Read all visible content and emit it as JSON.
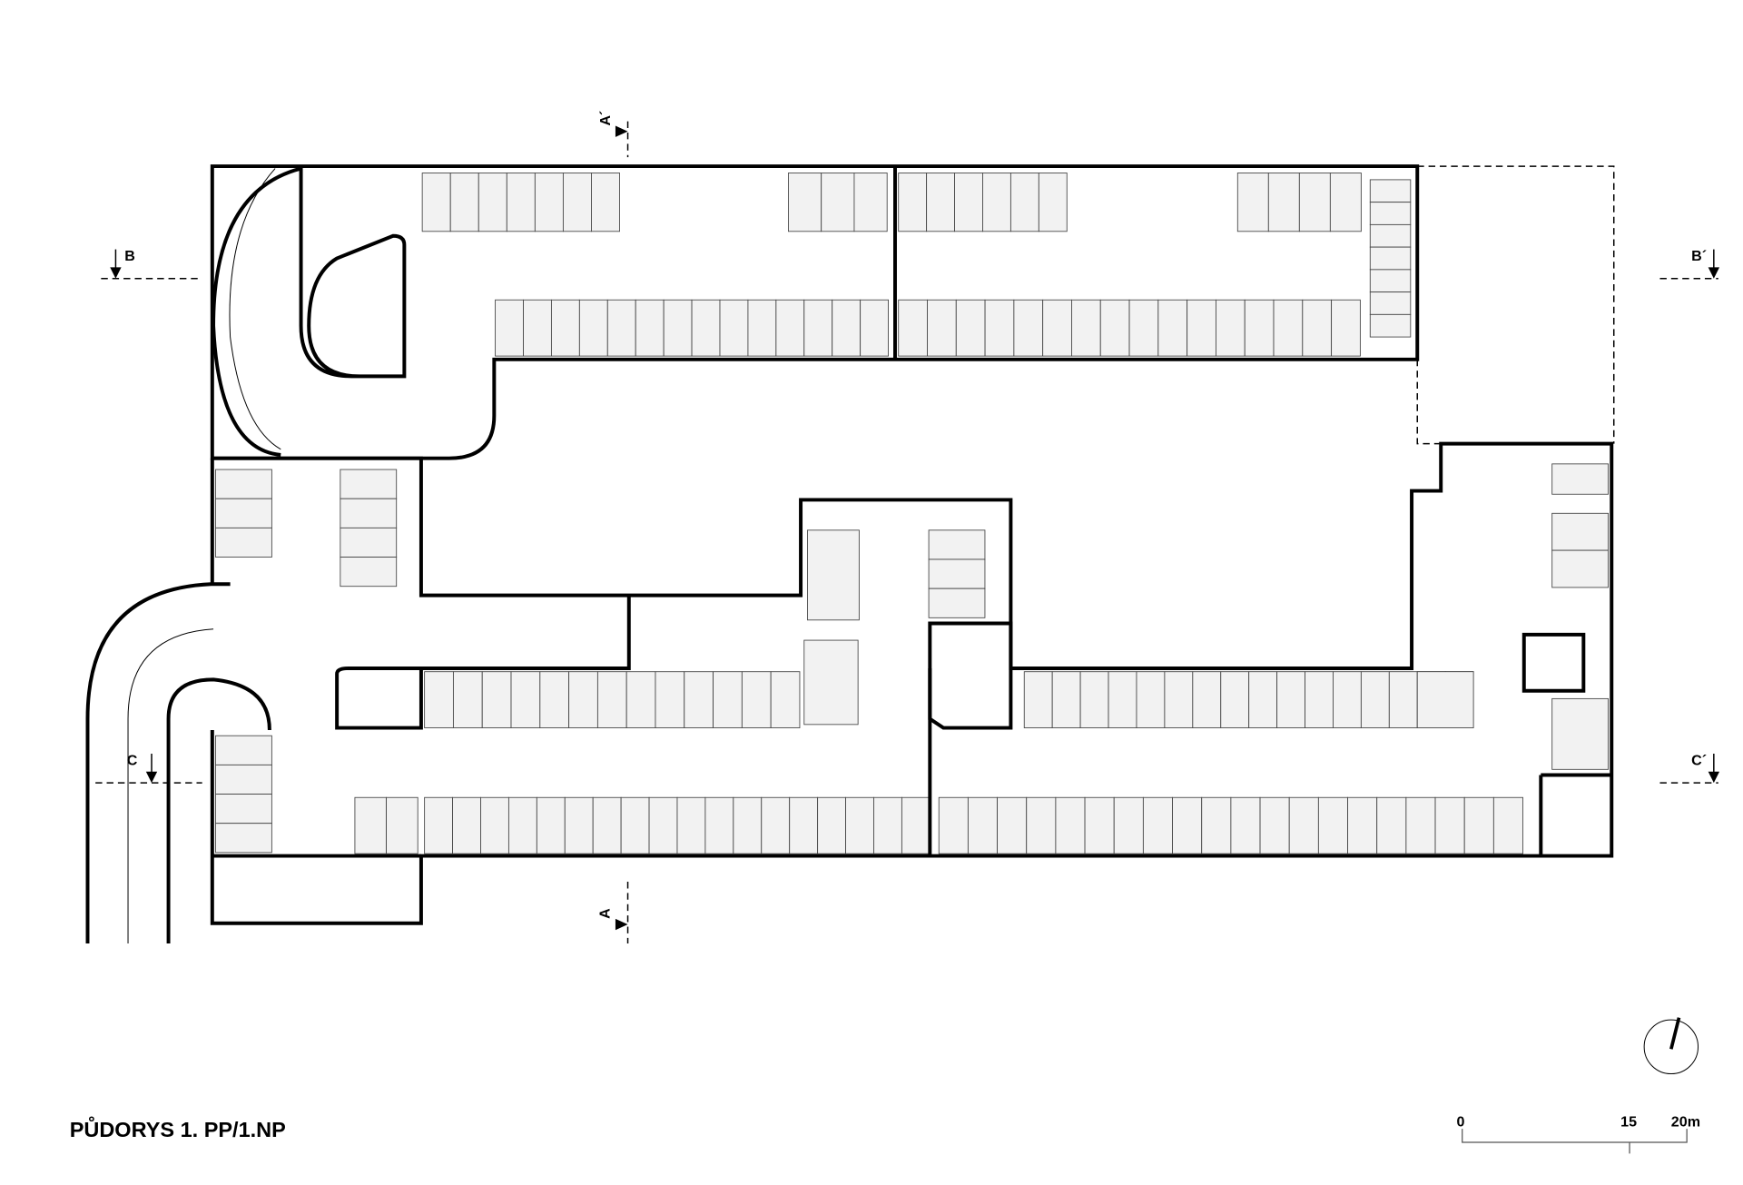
{
  "title": "PŮDORYS 1. PP/1.NP",
  "sections": {
    "a_top": "A´",
    "a_bottom": "A",
    "b_left": "B",
    "b_right": "B´",
    "c_left": "C",
    "c_right": "C´"
  },
  "scale_bar": {
    "label_0": "0",
    "label_15": "15",
    "label_20": "20m"
  },
  "north_arrow": "north-arrow-icon"
}
